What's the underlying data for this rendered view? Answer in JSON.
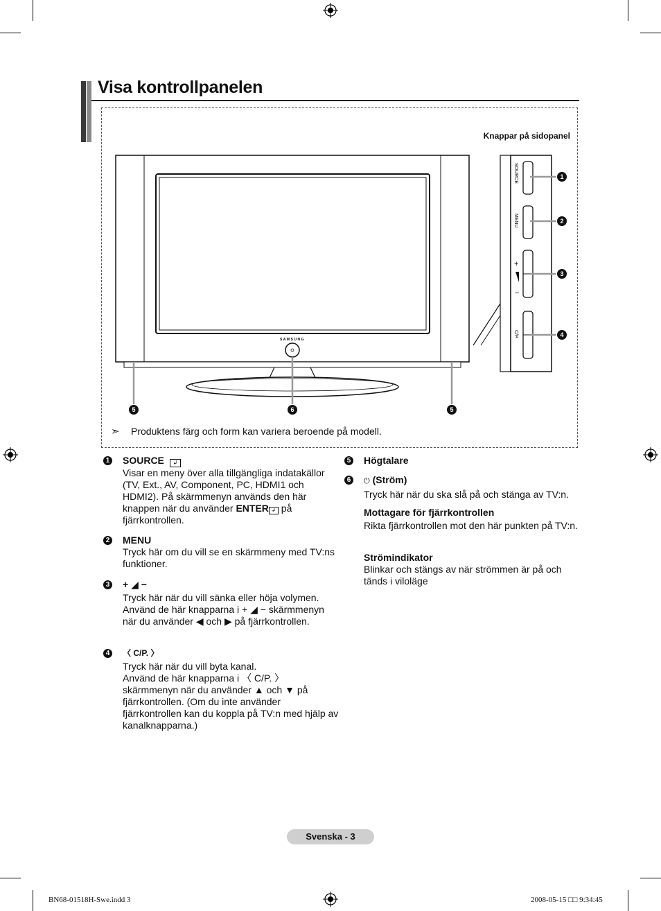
{
  "title": "Visa kontrollpanelen",
  "side_panel_caption": "Knappar på sidopanel",
  "tv_brand": "SAMSUNG",
  "side_buttons": [
    "SOURCE",
    "MENU",
    "+",
    "−",
    "C/P."
  ],
  "callouts": [
    "1",
    "2",
    "3",
    "4",
    "5",
    "6",
    "5"
  ],
  "note": "Produktens färg och form kan variera beroende på modell.",
  "left_items": [
    {
      "num": "1",
      "head": "SOURCE",
      "body": "Visar en meny över alla tillgängliga indatakällor (TV, Ext., AV, Component, PC, HDMI1 och HDMI2). På skärmmenyn används den här knappen när du använder ",
      "body_bold": "ENTER",
      "body_end": " på fjärrkontrollen."
    },
    {
      "num": "2",
      "head": "MENU",
      "body": "Tryck här om du vill se en skärmmeny med TV:ns funktioner."
    },
    {
      "num": "3",
      "head": "+ ◢ −",
      "body": "Tryck här när du vill sänka eller höja volymen.",
      "body2": "Använd de här knapparna i + ◢ − skärmmenyn när du använder ◀ och ▶ på fjärrkontrollen."
    },
    {
      "num": "4",
      "head": "〈 C/P. 〉",
      "body": "Tryck här när du vill byta kanal.",
      "body2": "Använd de här knapparna i 〈 C/P. 〉 skärmmenyn när du använder ▲ och ▼ på fjärrkontrollen. (Om du inte använder fjärrkontrollen kan du koppla på TV:n med hjälp av kanalknapparna.)"
    }
  ],
  "right_items": [
    {
      "num": "5",
      "head": "Högtalare"
    },
    {
      "num": "6",
      "head": "(Ström)",
      "body": "Tryck här när du ska slå på och stänga av TV:n."
    },
    {
      "head": "Mottagare för fjärrkontrollen",
      "body": "Rikta fjärrkontrollen mot den här punkten på TV:n."
    },
    {
      "head": "Strömindikator",
      "body": "Blinkar och stängs av när strömmen är på och tänds i viloläge"
    }
  ],
  "footer": "Svenska - 3",
  "slug_left": "BN68-01518H-Swe.indd   3",
  "slug_right": "2008-05-15   □□ 9:34:45"
}
